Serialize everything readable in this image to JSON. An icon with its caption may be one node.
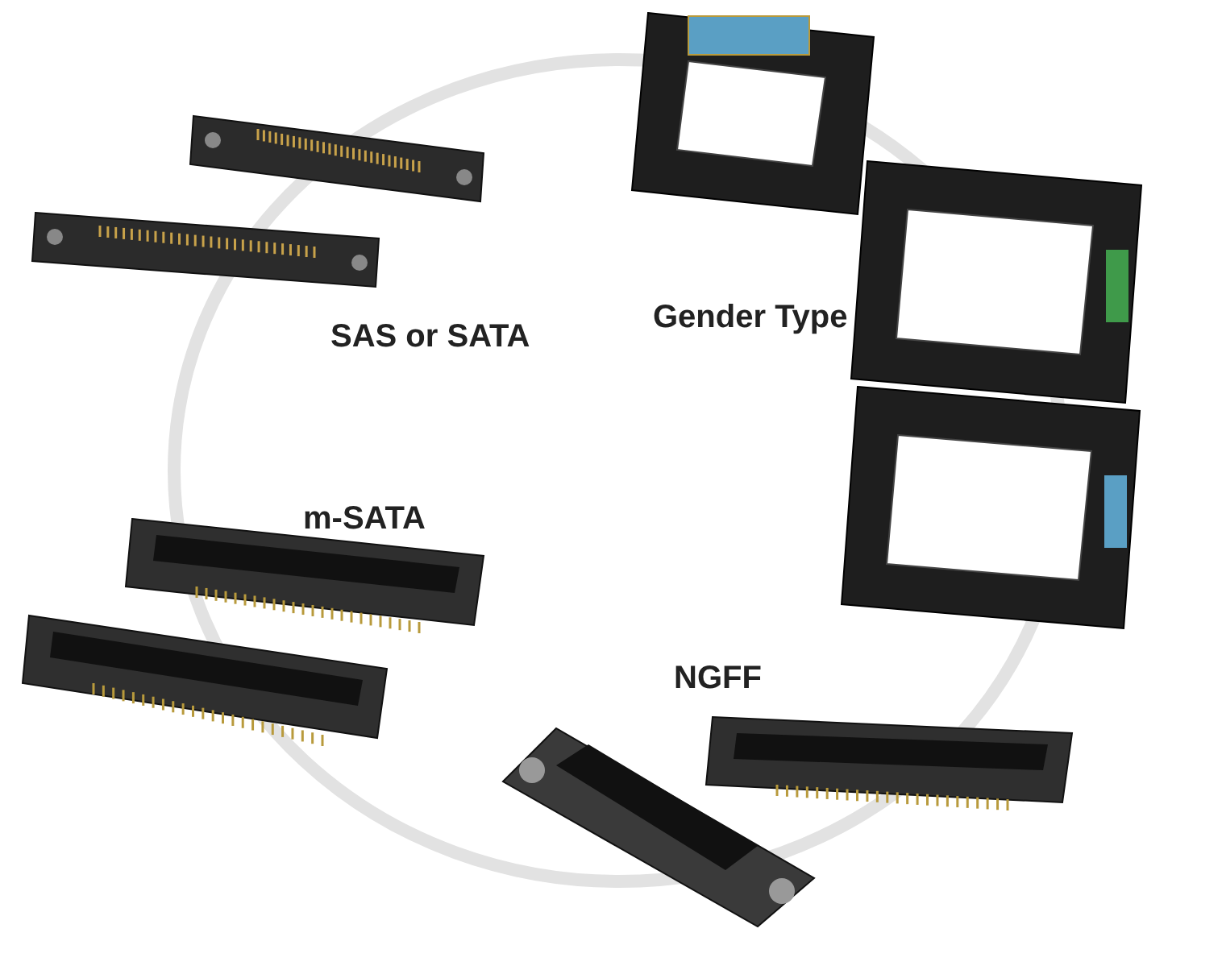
{
  "diagram": {
    "labels": [
      "SAS or SATA",
      "Gender Type",
      "m-SATA",
      "NGFF"
    ]
  }
}
